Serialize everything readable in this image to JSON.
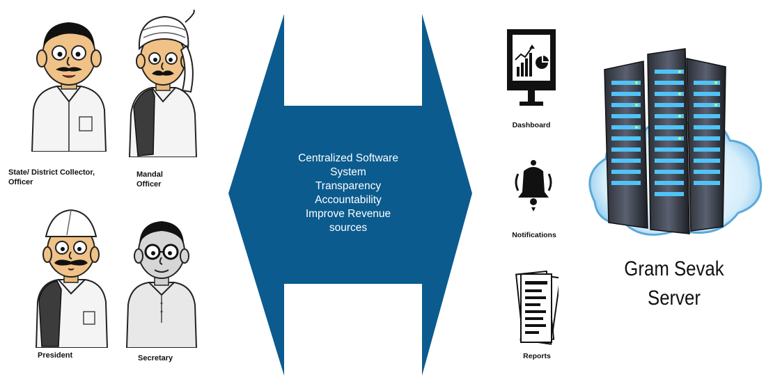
{
  "roles": [
    {
      "id": "collector",
      "label_lines": [
        "State/ District Collector,",
        "Officer"
      ]
    },
    {
      "id": "mandal",
      "label_lines": [
        "Mandal",
        "Officer"
      ]
    },
    {
      "id": "president",
      "label_lines": [
        "President"
      ]
    },
    {
      "id": "secretary",
      "label_lines": [
        "Secretary"
      ]
    }
  ],
  "arrow": {
    "color": "#0b5b8e",
    "lines": [
      "Centralized Software",
      "System",
      "Transparency",
      "Accountability",
      "Improve Revenue",
      "sources"
    ]
  },
  "features": [
    {
      "label": "Dashboard",
      "icon": "dashboard-monitor-icon"
    },
    {
      "label": "Notifications",
      "icon": "bell-icon"
    },
    {
      "label": "Reports",
      "icon": "reports-document-icon"
    }
  ],
  "server": {
    "title_lines": [
      "Gram Sevak",
      "Server"
    ],
    "icon": "server-rack-cloud-icon"
  }
}
